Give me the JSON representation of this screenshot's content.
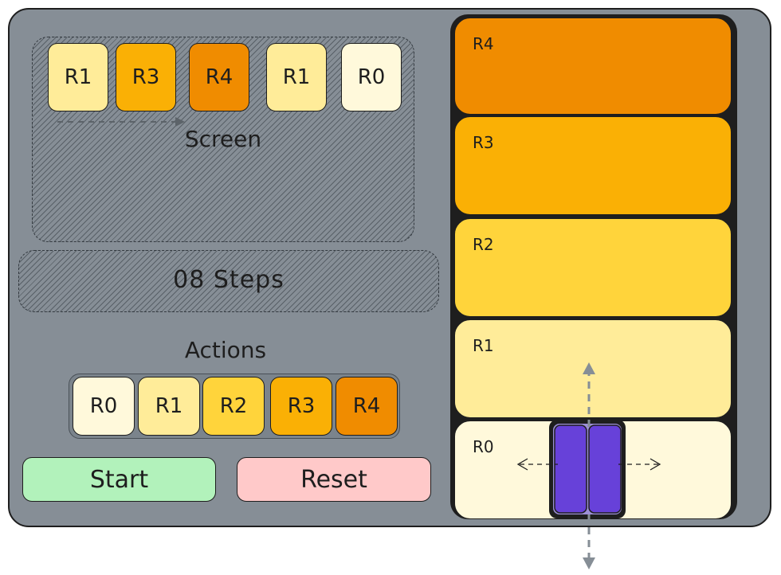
{
  "screen": {
    "label": "Screen",
    "tiles": [
      {
        "label": "R1",
        "color": "#ffec99"
      },
      {
        "label": "R3",
        "color": "#fab005"
      },
      {
        "label": "R4",
        "color": "#f08c00"
      },
      {
        "label": "R1",
        "color": "#ffec99"
      },
      {
        "label": "R0",
        "color": "#fff9db"
      }
    ]
  },
  "steps": {
    "label": "08 Steps"
  },
  "actions": {
    "label": "Actions",
    "buttons": [
      {
        "label": "R0",
        "color": "#fff9db"
      },
      {
        "label": "R1",
        "color": "#ffec99"
      },
      {
        "label": "R2",
        "color": "#ffd43b"
      },
      {
        "label": "R3",
        "color": "#fab005"
      },
      {
        "label": "R4",
        "color": "#f08c00"
      }
    ]
  },
  "controls": {
    "start_label": "Start",
    "reset_label": "Reset",
    "start_color": "#b2f2bb",
    "reset_color": "#ffc9c9"
  },
  "rooms": [
    {
      "label": "R4",
      "color": "#f08c00"
    },
    {
      "label": "R3",
      "color": "#fab005"
    },
    {
      "label": "R2",
      "color": "#ffd43b"
    },
    {
      "label": "R1",
      "color": "#ffec99"
    },
    {
      "label": "R0",
      "color": "#fff9db"
    }
  ],
  "elevator": {
    "color": "#6741d9",
    "current_room": "R0",
    "door_arrows": [
      "left-arrow-icon",
      "right-arrow-icon"
    ],
    "motion_arrows": [
      "up-arrow-icon",
      "down-arrow-icon"
    ]
  }
}
